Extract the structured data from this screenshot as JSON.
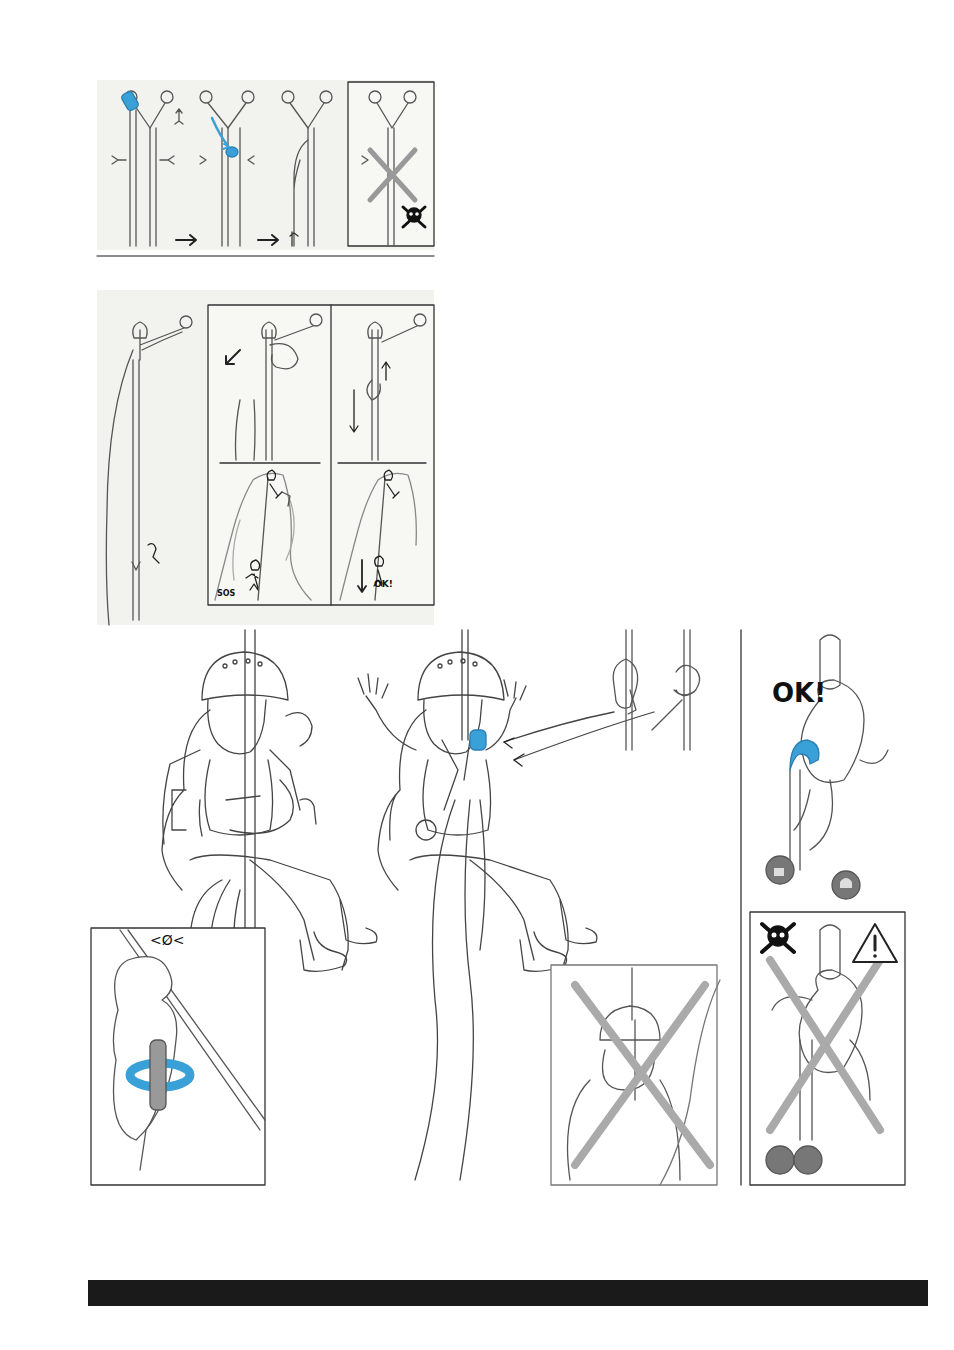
{
  "diagram": {
    "labels": [
      "SOS",
      "OK!",
      "OK!",
      "<Ø<"
    ]
  }
}
